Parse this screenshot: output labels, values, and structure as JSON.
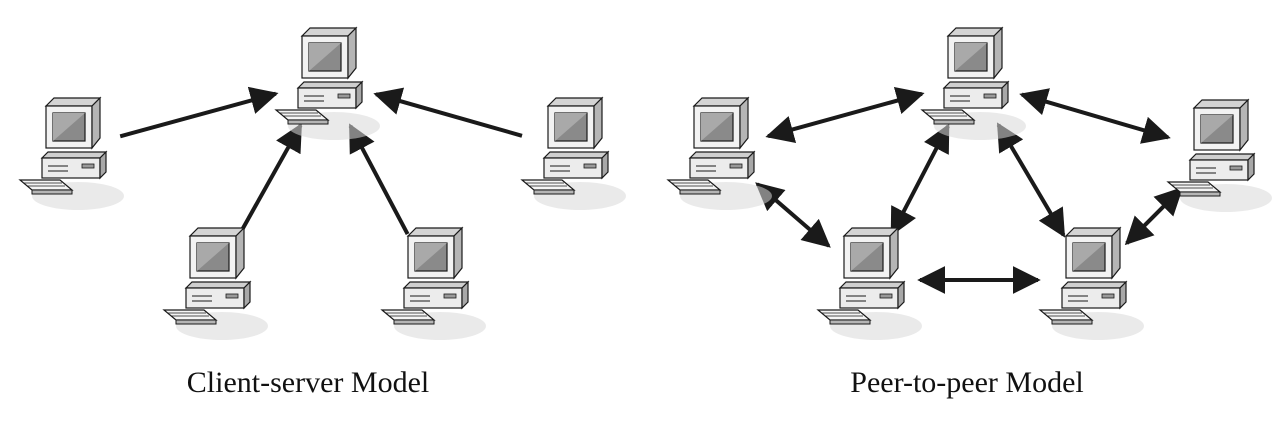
{
  "diagrams": [
    {
      "id": "client-server",
      "caption": "Client-server Model",
      "nodes": [
        {
          "id": "server",
          "role": "server"
        },
        {
          "id": "client-left",
          "role": "client"
        },
        {
          "id": "client-bottom-left",
          "role": "client"
        },
        {
          "id": "client-bottom-right",
          "role": "client"
        },
        {
          "id": "client-right",
          "role": "client"
        }
      ],
      "edges": [
        {
          "from": "client-left",
          "to": "server",
          "direction": "to-target"
        },
        {
          "from": "client-bottom-left",
          "to": "server",
          "direction": "to-target"
        },
        {
          "from": "client-bottom-right",
          "to": "server",
          "direction": "to-target"
        },
        {
          "from": "client-right",
          "to": "server",
          "direction": "to-target"
        }
      ]
    },
    {
      "id": "peer-to-peer",
      "caption": "Peer-to-peer Model",
      "nodes": [
        {
          "id": "peer-top",
          "role": "peer"
        },
        {
          "id": "peer-left",
          "role": "peer"
        },
        {
          "id": "peer-right",
          "role": "peer"
        },
        {
          "id": "peer-bottom-left",
          "role": "peer"
        },
        {
          "id": "peer-bottom-right",
          "role": "peer"
        }
      ],
      "edges": [
        {
          "from": "peer-top",
          "to": "peer-left",
          "direction": "both"
        },
        {
          "from": "peer-top",
          "to": "peer-right",
          "direction": "both"
        },
        {
          "from": "peer-top",
          "to": "peer-bottom-left",
          "direction": "both"
        },
        {
          "from": "peer-top",
          "to": "peer-bottom-right",
          "direction": "both"
        },
        {
          "from": "peer-left",
          "to": "peer-bottom-left",
          "direction": "both"
        },
        {
          "from": "peer-bottom-left",
          "to": "peer-bottom-right",
          "direction": "both"
        },
        {
          "from": "peer-bottom-right",
          "to": "peer-right",
          "direction": "both"
        }
      ]
    }
  ],
  "icon": "computer-icon",
  "colors": {
    "line": "#1a1a1a",
    "monitor_body": "#efefef",
    "monitor_shade": "#bdbdbd",
    "screen": "#8a8a8a",
    "shadow": "#d9d9d9"
  }
}
